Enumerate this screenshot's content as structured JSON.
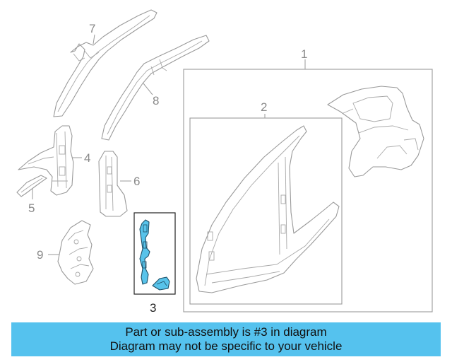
{
  "callouts": {
    "c1": "1",
    "c2": "2",
    "c3": "3",
    "c4": "4",
    "c5": "5",
    "c6": "6",
    "c7": "7",
    "c8": "8",
    "c9": "9"
  },
  "banner": {
    "line1": "Part or sub-assembly is #3 in diagram",
    "line2": "Diagram may not be specific to your vehicle"
  },
  "colors": {
    "highlight": "#58c3ea",
    "banner": "#55c2ee",
    "outline": "#9a9a9a"
  }
}
